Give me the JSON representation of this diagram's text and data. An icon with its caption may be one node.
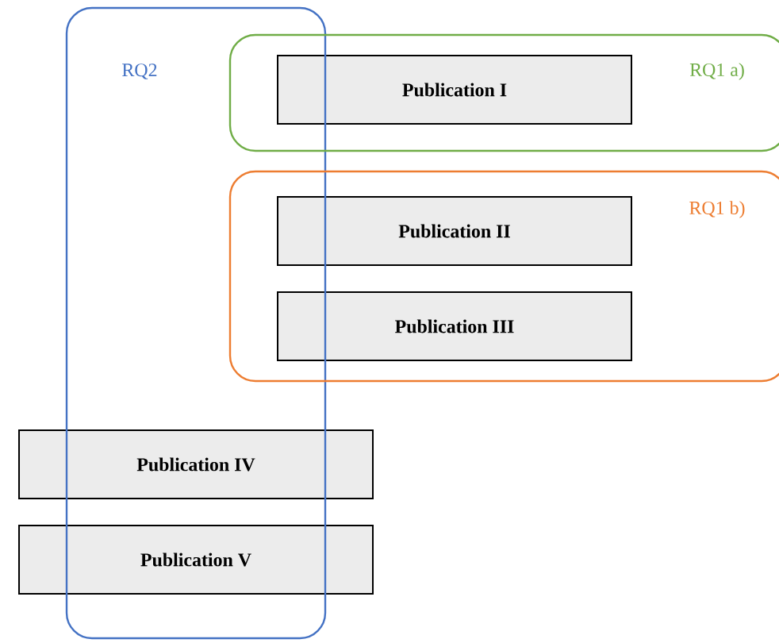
{
  "diagram": {
    "nodes": [
      {
        "text": [
          "RQ2"
        ]
      },
      {
        "text": [
          "RQ1 a)"
        ]
      },
      {
        "text": [
          "Publication I"
        ],
        "in": 1
      },
      {
        "text": [
          "RQ1 b)"
        ]
      },
      {
        "text": [
          "Publication II"
        ],
        "in": 3
      },
      {
        "text": [
          "Publication III"
        ],
        "in": 3
      },
      {
        "text": [
          "Publication IV"
        ]
      },
      {
        "text": [
          "Publication V"
        ]
      }
    ]
  }
}
